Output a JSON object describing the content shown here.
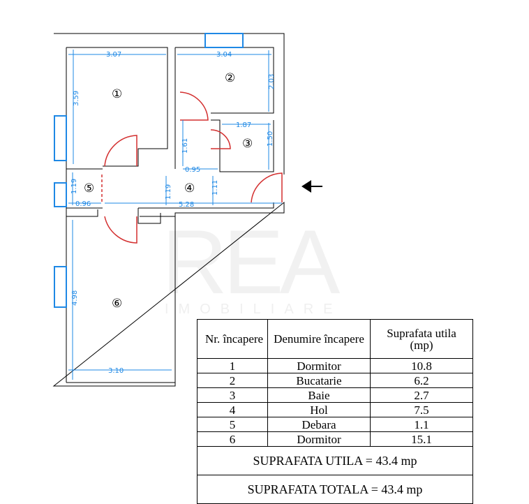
{
  "plan": {
    "rooms": [
      {
        "num": "①"
      },
      {
        "num": "②"
      },
      {
        "num": "③"
      },
      {
        "num": "④"
      },
      {
        "num": "⑤"
      },
      {
        "num": "⑥"
      }
    ],
    "dims": {
      "r1_w": "3.07",
      "r1_h": "3.59",
      "r2_w": "3.04",
      "r2_h": "2.03",
      "r3_w": "1.87",
      "r3_h": "1.50",
      "hall_v1": "1.61",
      "hall_095": "0.95",
      "hall_119": "1.19",
      "hall_111": "1.11",
      "hall_528": "5.28",
      "r5_h": "1.19",
      "r5_w": "0.96",
      "r6_h": "4.98",
      "r6_w": "3.10"
    },
    "entrance_arrow": "←"
  },
  "watermark": {
    "brand": "REA",
    "sub": "IMOBILIARE"
  },
  "table": {
    "headers": {
      "nr": "Nr. încapere",
      "name": "Denumire încapere",
      "area": "Suprafata utila (mp)"
    },
    "rows": [
      {
        "nr": "1",
        "name": "Dormitor",
        "area": "10.8"
      },
      {
        "nr": "2",
        "name": "Bucatarie",
        "area": "6.2"
      },
      {
        "nr": "3",
        "name": "Baie",
        "area": "2.7"
      },
      {
        "nr": "4",
        "name": "Hol",
        "area": "7.5"
      },
      {
        "nr": "5",
        "name": "Debara",
        "area": "1.1"
      },
      {
        "nr": "6",
        "name": "Dormitor",
        "area": "15.1"
      }
    ],
    "total_utila": "SUPRAFATA UTILA = 43.4 mp",
    "total_totala": "SUPRAFATA TOTALA = 43.4 mp"
  },
  "colors": {
    "dimension": "#1e88e5",
    "door": "#d32f2f",
    "window": "#1e88e5"
  }
}
